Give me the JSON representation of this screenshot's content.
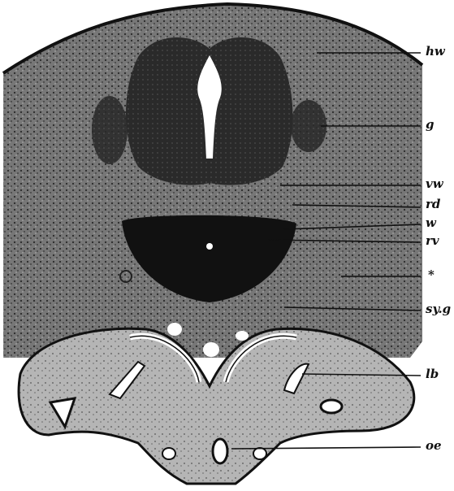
{
  "figure": {
    "subject": "histological cross-section",
    "labels": [
      {
        "id": "hw",
        "text": "hw"
      },
      {
        "id": "g",
        "text": "g"
      },
      {
        "id": "vw",
        "text": "vw"
      },
      {
        "id": "rd",
        "text": "rd"
      },
      {
        "id": "w",
        "text": "w"
      },
      {
        "id": "rv",
        "text": "rv"
      },
      {
        "id": "star",
        "text": "*"
      },
      {
        "id": "syg",
        "text": "sy.g"
      },
      {
        "id": "lb",
        "text": "lb"
      },
      {
        "id": "oe",
        "text": "oe"
      }
    ]
  },
  "colors": {
    "ink": "#111111",
    "tissue": "#6e6e6e",
    "paper": "#ffffff"
  }
}
